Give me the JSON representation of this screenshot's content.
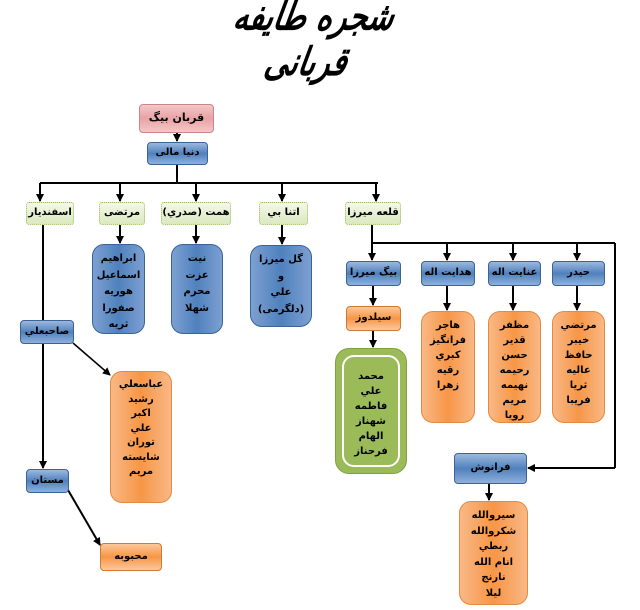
{
  "title": "شجره طایفه قربانی",
  "root": "قربان بیگ",
  "level1": "دنیا مالی",
  "children": {
    "esfandiar": "اسفندیار",
    "morteza": "مرتضی",
    "hemmat": "همت (صدري)",
    "atabi": "اتنا بي",
    "ghaleh_mirza": "قلعه میرزا"
  },
  "morteza_children": [
    "ابراهیم",
    "اسماعیل",
    "هوریه",
    "صفورا",
    "ثریه"
  ],
  "hemmat_children": [
    "نیت",
    "عزت",
    "محرم",
    "شهلا"
  ],
  "atabi_children": [
    "گل میرزا",
    "و",
    "علي",
    "(دلگرمی)"
  ],
  "esfandiar_line": {
    "sahebali": "صاحبعلي",
    "sahebali_children": [
      "عباسعلي",
      "رشید",
      "اکبر",
      "علي",
      "توران",
      "شایسته",
      "مریم"
    ],
    "mastan": "مستان",
    "mastan_child": "محبوبه"
  },
  "ghaleh_mirza_line": {
    "beyg_mirza": "بیگ میرزا",
    "seyldouz": "سیلدوز",
    "seyldouz_children": [
      "محمد",
      "علي",
      "فاطمه",
      "شهناز",
      "الهام",
      "فرحناز"
    ],
    "hedayatollah": "هدایت اله",
    "hedayatollah_children": [
      "هاجر",
      "فرانگیز",
      "کبري",
      "رقیه",
      "زهرا"
    ],
    "enayatollah": "عنایت اله",
    "enayatollah_children": [
      "مظفر",
      "قدیر",
      "حسن",
      "رحیمه",
      "نهیمه",
      "مریم",
      "رویا"
    ],
    "heydar": "حیدر",
    "heydar_children": [
      "مرتضي",
      "خیبر",
      "حافظ",
      "عالیه",
      "ثریا",
      "فریبا"
    ],
    "faranoush": "فرانوش",
    "faranoush_children": [
      "سیروالله",
      "شکروالله",
      "ربطي",
      "انام الله",
      "نارنج",
      "لیلا"
    ]
  }
}
